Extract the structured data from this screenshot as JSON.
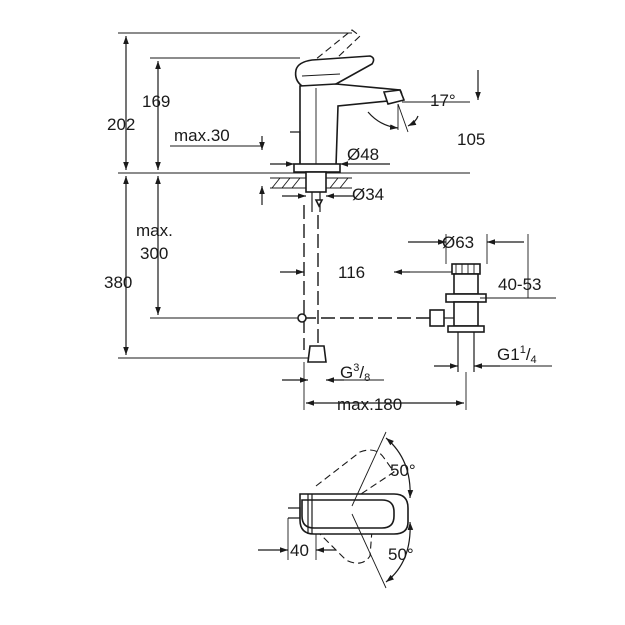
{
  "dimensions": {
    "overall_height": "202",
    "spout_height": "169",
    "max_plate": "max.30",
    "spout_angle": "17°",
    "spout_reach": "105",
    "base_diameter": "Ø48",
    "hole_diameter": "Ø34",
    "max_label_line1": "max.",
    "max_label_line2": "300",
    "total_depth": "380",
    "waste_offset": "116",
    "waste_diameter": "Ø63",
    "waste_range": "40-53",
    "waste_thread_main": "G1",
    "waste_thread_num": "1",
    "waste_thread_sep": "/",
    "waste_thread_den": "4",
    "supply_thread_main": "G",
    "supply_thread_num": "3",
    "supply_thread_sep": "/",
    "supply_thread_den": "8",
    "max_rod": "max.180",
    "lever_angle_top": "50°",
    "lever_angle_bottom": "50°",
    "lever_offset": "40"
  }
}
